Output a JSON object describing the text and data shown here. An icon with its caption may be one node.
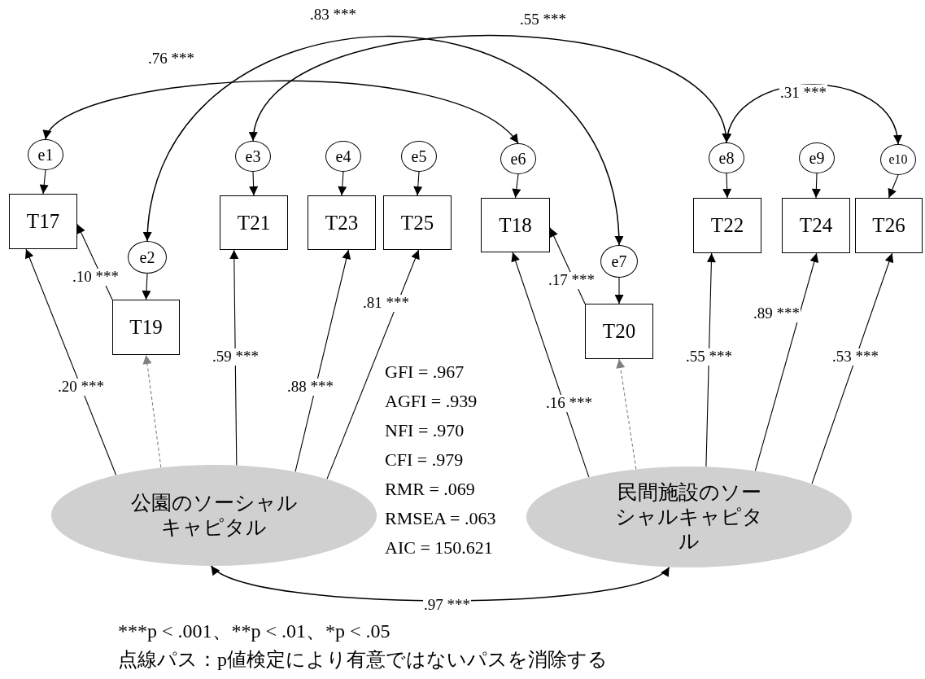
{
  "diagram": {
    "nodes": [
      {
        "text": [
          "e1"
        ]
      },
      {
        "text": [
          "T17"
        ]
      },
      {
        "text": [
          "e2"
        ]
      },
      {
        "text": [
          "T19"
        ]
      },
      {
        "text": [
          "e3"
        ]
      },
      {
        "text": [
          "T21"
        ]
      },
      {
        "text": [
          "e4"
        ]
      },
      {
        "text": [
          "T23"
        ]
      },
      {
        "text": [
          "e5"
        ]
      },
      {
        "text": [
          "T25"
        ]
      },
      {
        "text": [
          "e6"
        ]
      },
      {
        "text": [
          "T18"
        ]
      },
      {
        "text": [
          "e7"
        ]
      },
      {
        "text": [
          "T20"
        ]
      },
      {
        "text": [
          "e8"
        ]
      },
      {
        "text": [
          "T22"
        ]
      },
      {
        "text": [
          "e9"
        ]
      },
      {
        "text": [
          "T24"
        ]
      },
      {
        "text": [
          "e10"
        ]
      },
      {
        "text": [
          "T26"
        ]
      },
      {
        "text": [
          "公園のソーシャルキャピタル"
        ]
      },
      {
        "text": [
          "民間施設のソーシャルキャピタル"
        ]
      }
    ],
    "edges": [
      {
        "from": 0,
        "to": 1,
        "arrow": "to"
      },
      {
        "from": 2,
        "to": 3,
        "arrow": "to"
      },
      {
        "from": 4,
        "to": 5,
        "arrow": "to"
      },
      {
        "from": 6,
        "to": 7,
        "arrow": "to"
      },
      {
        "from": 8,
        "to": 9,
        "arrow": "to"
      },
      {
        "from": 10,
        "to": 11,
        "arrow": "to"
      },
      {
        "from": 12,
        "to": 13,
        "arrow": "to"
      },
      {
        "from": 14,
        "to": 15,
        "arrow": "to"
      },
      {
        "from": 16,
        "to": 17,
        "arrow": "to"
      },
      {
        "from": 18,
        "to": 19,
        "arrow": "to"
      },
      {
        "from": 0,
        "to": 10,
        "arrow": "both",
        "label": ".76 ***"
      },
      {
        "from": 2,
        "to": 12,
        "arrow": "both",
        "label": ".83 ***"
      },
      {
        "from": 4,
        "to": 14,
        "arrow": "both",
        "label": ".55 ***"
      },
      {
        "from": 14,
        "to": 18,
        "arrow": "both",
        "label": ".31 ***"
      },
      {
        "from": 20,
        "to": 1,
        "arrow": "to",
        "label": ".20 ***"
      },
      {
        "from": 3,
        "to": 1,
        "arrow": "to",
        "label": ".10 ***"
      },
      {
        "from": 20,
        "to": 3,
        "arrow": "to",
        "style": "dashed",
        "color": "#808080"
      },
      {
        "from": 20,
        "to": 5,
        "arrow": "to",
        "label": ".59 ***"
      },
      {
        "from": 20,
        "to": 7,
        "arrow": "to",
        "label": ".88 ***"
      },
      {
        "from": 20,
        "to": 9,
        "arrow": "to",
        "label": ".81 ***"
      },
      {
        "from": 21,
        "to": 11,
        "arrow": "to",
        "label": ".16 ***"
      },
      {
        "from": 13,
        "to": 11,
        "arrow": "to",
        "label": ".17 ***"
      },
      {
        "from": 21,
        "to": 13,
        "arrow": "to",
        "style": "dashed",
        "color": "#808080"
      },
      {
        "from": 21,
        "to": 15,
        "arrow": "to",
        "label": ".55 ***"
      },
      {
        "from": 21,
        "to": 17,
        "arrow": "to",
        "label": ".89 ***"
      },
      {
        "from": 21,
        "to": 19,
        "arrow": "to",
        "label": ".53 ***"
      },
      {
        "from": 20,
        "to": 21,
        "arrow": "both",
        "label": ".97 ***"
      }
    ],
    "labels": [
      "GFI = .967",
      "AGFI = .939",
      "NFI = .970",
      "CFI = .979",
      "RMR = .069",
      "RMSEA = .063",
      "AIC = 150.621",
      "***p < .001、**p < .01、*p < .05",
      "点線パス：p値検定により有意ではないパスを消除する"
    ]
  }
}
